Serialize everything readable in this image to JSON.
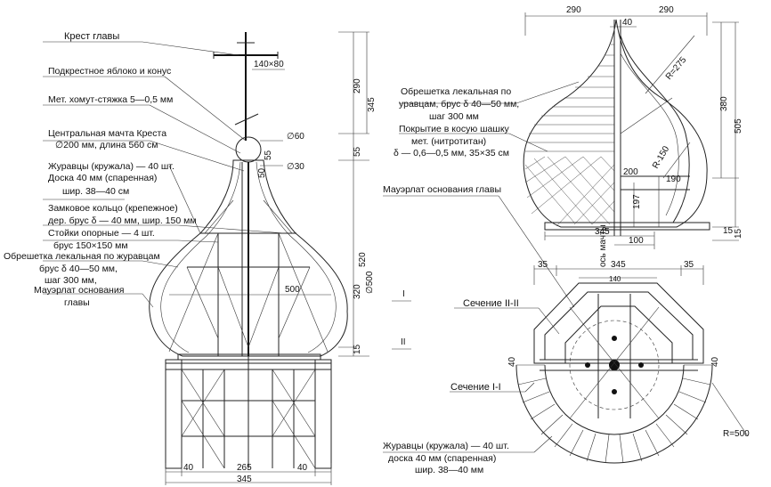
{
  "left_view": {
    "labels": {
      "cross": "Крест главы",
      "apple": "Подкрестное яблоко и конус",
      "clamp": "Мет. хомут-стяжка 5—0,5 мм",
      "mast_1": "Центральная мачта Креста",
      "mast_2": "∅200 мм, длина 560 см",
      "zhur_1": "Журавцы (кружала) — 40 шт.",
      "zhur_2": "Доска 40 мм (спаренная)",
      "zhur_3": "шир. 38—40 см",
      "ring_1": "Замковое кольцо (крепежное)",
      "ring_2": "дер. брус δ — 40 мм, шир. 150 мм",
      "posts_1": "Стойки опорные — 4 шт.",
      "posts_2": "брус 150×150 мм",
      "lath_1": "Обрешетка лекальная по журавцам",
      "lath_2": "брус δ 40—50 мм,",
      "lath_3": "шаг 300 мм,",
      "maur_1": "Мауэрлат основания",
      "maur_2": "главы"
    },
    "dims": {
      "d_140x80": "140×80",
      "d_290": "290",
      "d_345": "345",
      "d_60": "∅60",
      "d_55a": "55",
      "d_55b": "55",
      "d_50": "50",
      "d_30": "∅30",
      "d_520": "520",
      "d_320": "320",
      "d_500v": "∅500",
      "d_15": "15",
      "d_500h": "500",
      "d_40l": "40",
      "d_265": "265",
      "d_40r": "40",
      "d_345b": "345",
      "sec_I": "I",
      "sec_II": "II"
    }
  },
  "right_top": {
    "labels": {
      "lath_1": "Обрешетка лекальная по",
      "lath_2": "уравцам, брус δ 40—50 мм,",
      "lath_3": "шаг 300 мм",
      "cover_1": "Покрытие в косую шашку",
      "cover_2": "мет. (нитротитан)",
      "cover_3": "δ — 0,6—0,5 мм, 35×35 см",
      "maur": "Мауэрлат основания главы",
      "axis": "ось мачты"
    },
    "dims": {
      "d_290a": "290",
      "d_290b": "290",
      "d_40": "40",
      "r_275": "R=275",
      "d_380": "380",
      "d_505": "505",
      "r_150": "R-150",
      "d_200": "200",
      "d_190": "190",
      "d_197": "197",
      "d_15a": "15",
      "d_15b": "15",
      "d_345": "345",
      "d_100": "100"
    }
  },
  "right_bottom": {
    "labels": {
      "sec_2": "Сечение II-II",
      "sec_1": "Сечение I-I",
      "zhur_1": "Журавцы (кружала) — 40 шт.",
      "zhur_2": "доска 40 мм (спаренная)",
      "zhur_3": "шир. 38—40 мм",
      "r_500": "R=500"
    },
    "dims": {
      "d_35a": "35",
      "d_345": "345",
      "d_35b": "35",
      "d_140": "140",
      "d_40a": "40",
      "d_40b": "40"
    }
  }
}
